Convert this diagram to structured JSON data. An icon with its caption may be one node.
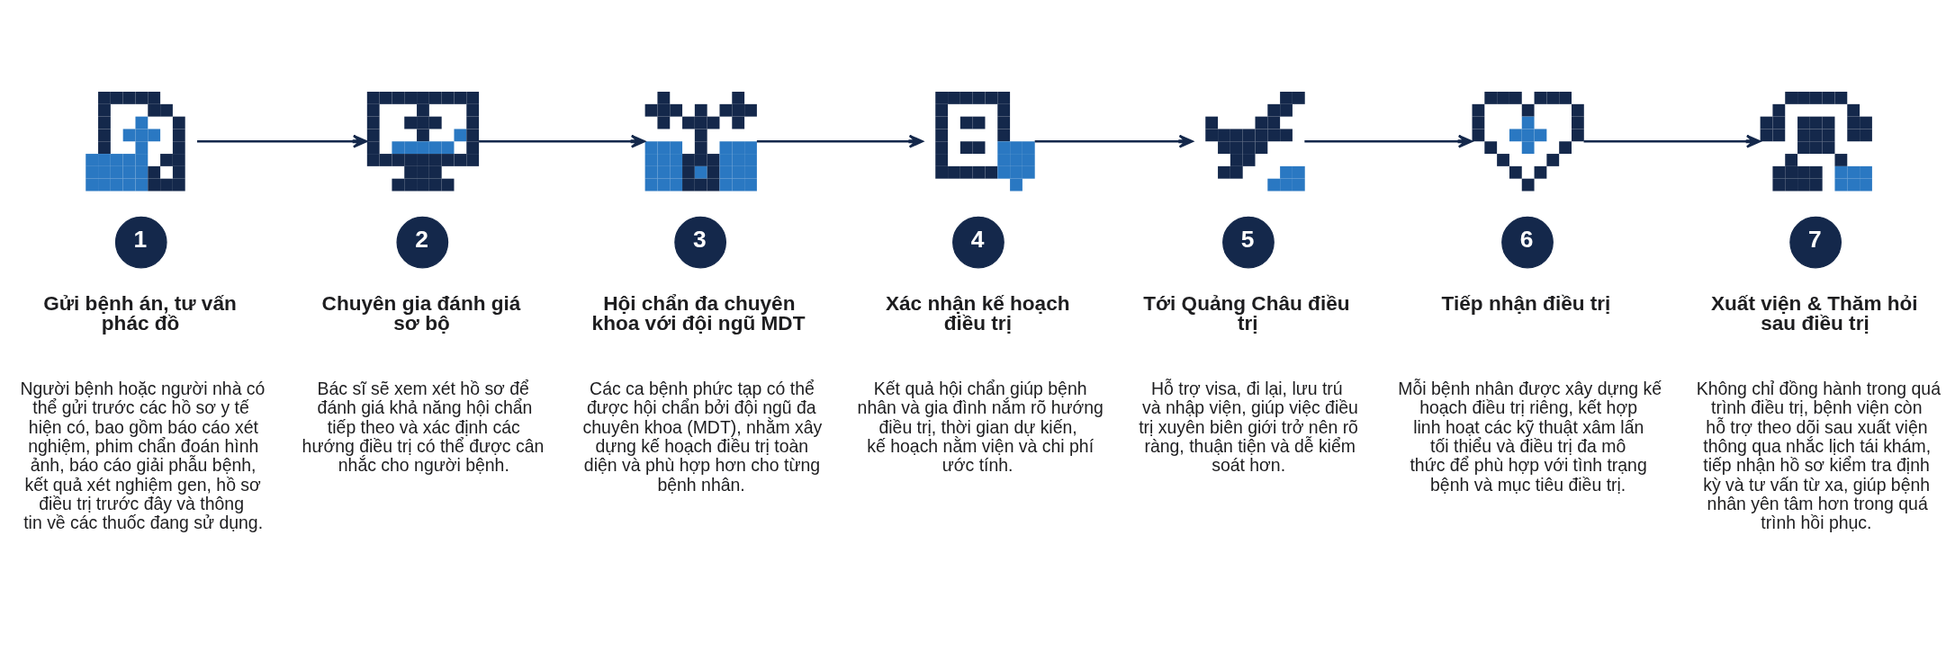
{
  "diagram": {
    "nodes": [
      {
        "text": [],
        "shape": "picture"
      },
      {
        "text": [
          "1"
        ],
        "beside": [
          "Gửi bệnh án, tư vấn phác đồ",
          "Người bệnh hoặc người nhà có thể gửi trước các hồ sơ y tế hiện có, bao gồm báo cáo xét nghiệm, phim chẩn đoán hình ảnh, báo cáo giải phẫu bệnh, kết quả xét nghiệm gen, hồ sơ điều trị trước đây và thông tin về các thuốc đang sử dụng."
        ]
      },
      {
        "text": [],
        "shape": "picture"
      },
      {
        "text": [
          "2"
        ],
        "beside": [
          "Chuyên gia đánh giá sơ bộ",
          "Bác sĩ sẽ xem xét hồ sơ để đánh giá khả năng hội chẩn tiếp theo và xác định các hướng điều trị có thể được cân nhắc cho người bệnh."
        ]
      },
      {
        "text": [],
        "shape": "picture"
      },
      {
        "text": [
          "3"
        ],
        "beside": [
          "Hội chẩn đa chuyên khoa với đội ngũ MDT",
          "Các ca bệnh phức tạp có thể được hội chẩn bởi đội ngũ đa chuyên khoa (MDT), nhằm xây dựng kế hoạch điều trị toàn diện và phù hợp hơn cho từng bệnh nhân."
        ]
      },
      {
        "text": [],
        "shape": "picture"
      },
      {
        "text": [
          "4"
        ],
        "beside": [
          "Xác nhận kế hoạch điều trị",
          "Kết quả hội chẩn giúp bệnh nhân và gia đình nắm rõ hướng điều trị, thời gian dự kiến, kế hoạch nằm viện và chi phí ước tính."
        ]
      },
      {
        "text": [],
        "shape": "picture"
      },
      {
        "text": [
          "5"
        ],
        "beside": [
          "Tới Quảng Châu điều trị",
          "Hỗ trợ visa, đi lại, lưu trú và nhập viện, giúp việc điều trị xuyên biên giới trở nên rõ ràng, thuận tiện và dễ kiểm soát hơn."
        ]
      },
      {
        "text": [],
        "shape": "picture"
      },
      {
        "text": [
          "6"
        ],
        "beside": [
          "Tiếp nhận điều trị",
          "Mỗi bệnh nhân được xây dựng kế hoạch điều trị riêng, kết hợp linh hoạt các kỹ thuật xâm lấn tối thiểu và điều trị đa mô thức để phù hợp với tình trạng bệnh và mục tiêu điều trị."
        ]
      },
      {
        "text": [],
        "shape": "picture"
      },
      {
        "text": [
          "7"
        ],
        "beside": [
          "Xuất viện & Thăm hỏi sau điều trị",
          "Không chỉ đồng hành trong quá trình điều trị, bệnh viện còn hỗ trợ theo dõi sau xuất viện thông qua nhắc lịch tái khám, tiếp nhận hồ sơ kiểm tra định kỳ và tư vấn từ xa, giúp bệnh nhân yên tâm hơn trong quá trình hồi phục."
        ]
      }
    ],
    "edges": [
      {
        "from": 0,
        "to": 2,
        "arrow": "to"
      },
      {
        "from": 2,
        "to": 4,
        "arrow": "to"
      },
      {
        "from": 4,
        "to": 6,
        "arrow": "to"
      },
      {
        "from": 6,
        "to": 8,
        "arrow": "to"
      },
      {
        "from": 8,
        "to": 10,
        "arrow": "to"
      },
      {
        "from": 10,
        "to": 12,
        "arrow": "to"
      }
    ]
  }
}
